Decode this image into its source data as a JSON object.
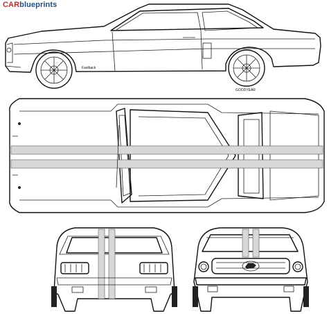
{
  "brand": {
    "car": "CAR",
    "blueprints": "blueprints"
  },
  "side_view": {
    "badge_text": "Fastback",
    "tire_text": "GOODYEAR"
  }
}
